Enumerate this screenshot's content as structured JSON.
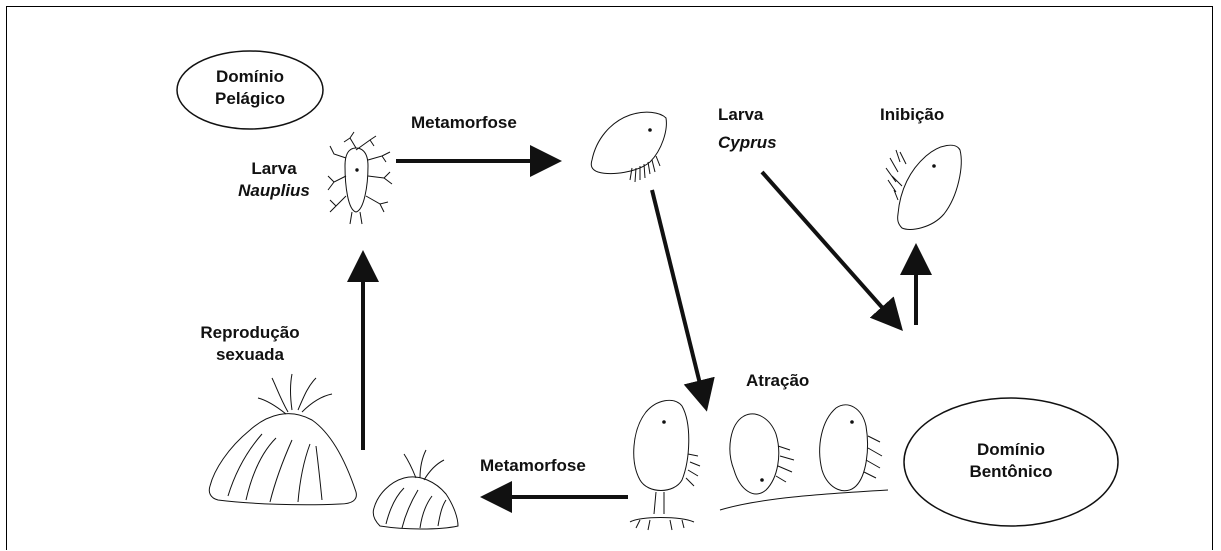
{
  "domains": {
    "pelagic": {
      "line1": "Domínio",
      "line2": "Pelágico"
    },
    "benthic": {
      "line1": "Domínio",
      "line2": "Bentônico"
    }
  },
  "labels": {
    "metamorfose_top": "Metamorfose",
    "metamorfose_bottom": "Metamorfose",
    "larva_nauplius": {
      "line1": "Larva",
      "line2": "Nauplius"
    },
    "larva_cyprus": {
      "line1": "Larva",
      "line2": "Cyprus"
    },
    "inibicao": "Inibição",
    "atracao": "Atração",
    "reproducao": {
      "line1": "Reprodução",
      "line2": "sexuada"
    }
  },
  "colors": {
    "ink": "#111111",
    "frame": "#000000",
    "background": "#ffffff"
  }
}
